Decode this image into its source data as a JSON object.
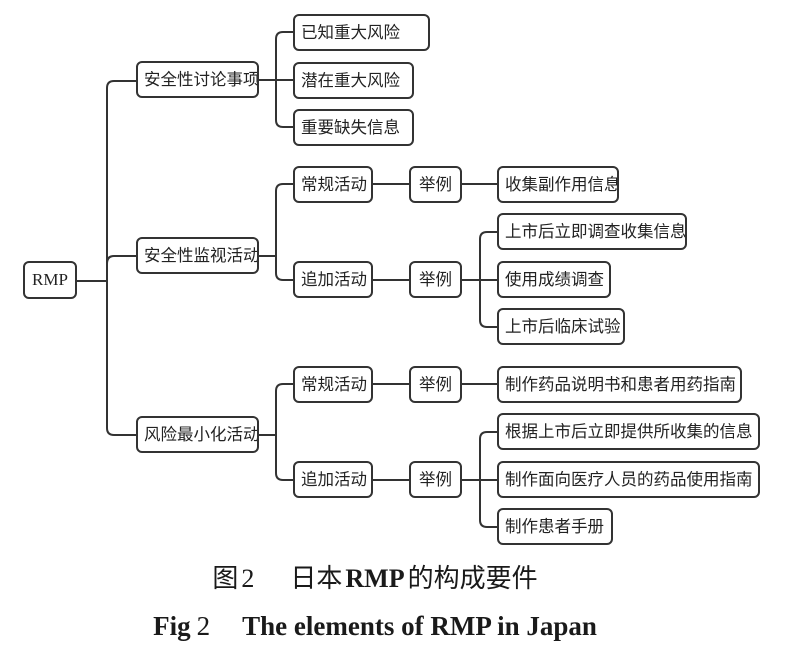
{
  "figure": {
    "root": "RMP",
    "branches": [
      {
        "label": "安全性讨论事项",
        "items": [
          "已知重大风险",
          "潜在重大风险",
          "重要缺失信息"
        ]
      },
      {
        "label": "安全性监视活动",
        "activities": [
          {
            "label": "常规活动",
            "example_label": "举例",
            "examples": [
              "收集副作用信息"
            ]
          },
          {
            "label": "追加活动",
            "example_label": "举例",
            "examples": [
              "上市后立即调查收集信息",
              "使用成绩调查",
              "上市后临床试验"
            ]
          }
        ]
      },
      {
        "label": "风险最小化活动",
        "activities": [
          {
            "label": "常规活动",
            "example_label": "举例",
            "examples": [
              "制作药品说明书和患者用药指南"
            ]
          },
          {
            "label": "追加活动",
            "example_label": "举例",
            "examples": [
              "根据上市后立即提供所收集的信息",
              "制作面向医疗人员的药品使用指南",
              "制作患者手册"
            ]
          }
        ]
      }
    ]
  },
  "caption": {
    "cn": {
      "label_word": "图",
      "number": "2",
      "title_parts": [
        "日本",
        "RMP",
        "的构成要件"
      ]
    },
    "en": {
      "label_word": "Fig",
      "number": "2",
      "title": "The elements of RMP in Japan"
    }
  },
  "colors": {
    "line": "#333333",
    "box_border": "#333333",
    "box_fill": "#ffffff",
    "text": "#222222",
    "background": "#ffffff"
  }
}
